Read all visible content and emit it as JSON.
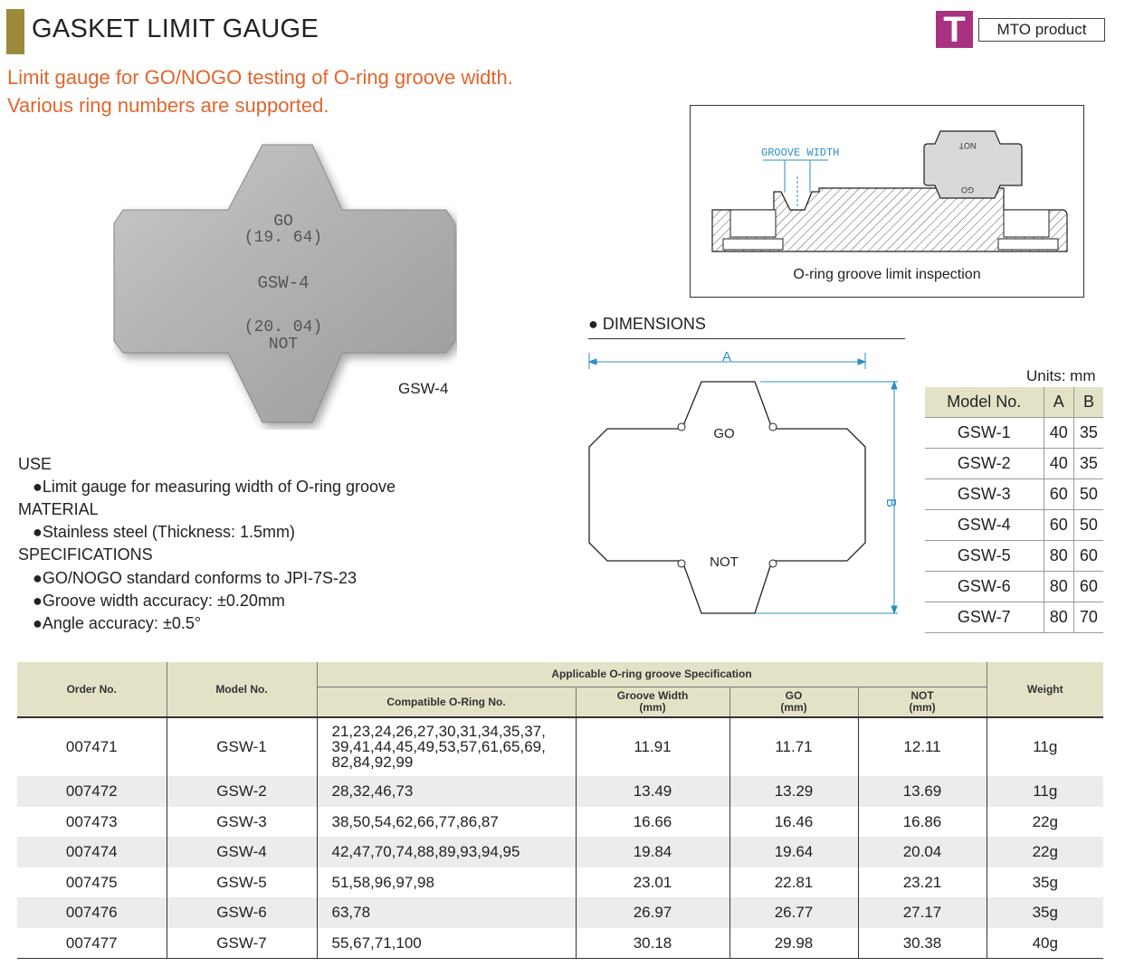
{
  "header": {
    "title": "GASKET LIMIT GAUGE",
    "badge_letter": "T",
    "badge_label": "MTO product",
    "subtitle_line1": "Limit gauge for GO/NOGO testing of O-ring groove width.",
    "subtitle_line2": "Various ring numbers are supported."
  },
  "photo": {
    "engraving": {
      "go": "GO",
      "go_value": "(19. 64)",
      "model": "GSW-4",
      "not_value": "(20. 04)",
      "not": "NOT"
    },
    "caption": "GSW-4"
  },
  "specs": [
    {
      "heading": "USE",
      "items": [
        "●Limit gauge for measuring width of O-ring groove"
      ]
    },
    {
      "heading": "MATERIAL",
      "items": [
        "●Stainless steel (Thickness: 1.5mm)"
      ]
    },
    {
      "heading": "SPECIFICATIONS",
      "items": [
        "●GO/NOGO standard conforms to JPI-7S-23",
        "●Groove width accuracy: ±0.20mm",
        "●Angle accuracy: ±0.5°"
      ]
    }
  ],
  "inspection": {
    "groove_label": "GROOVE WIDTH",
    "gauge_top": "NOT",
    "gauge_bottom": "GO",
    "caption": "O-ring groove limit inspection"
  },
  "dimensions": {
    "heading": "● DIMENSIONS",
    "label_a": "A",
    "label_b": "B",
    "go": "GO",
    "not": "NOT"
  },
  "model_table": {
    "units": "Units: mm",
    "headers": [
      "Model No.",
      "A",
      "B"
    ],
    "rows": [
      [
        "GSW-1",
        "40",
        "35"
      ],
      [
        "GSW-2",
        "40",
        "35"
      ],
      [
        "GSW-3",
        "60",
        "50"
      ],
      [
        "GSW-4",
        "60",
        "50"
      ],
      [
        "GSW-5",
        "80",
        "60"
      ],
      [
        "GSW-6",
        "80",
        "60"
      ],
      [
        "GSW-7",
        "80",
        "70"
      ]
    ]
  },
  "order_table": {
    "headers": {
      "order_no": "Order No.",
      "model_no": "Model No.",
      "group": "Applicable O-ring groove Specification",
      "compatible": "Compatible O-Ring No.",
      "groove_width": "Groove Width",
      "groove_width_unit": "(mm)",
      "go": "GO",
      "go_unit": "(mm)",
      "not": "NOT",
      "not_unit": "(mm)",
      "weight": "Weight"
    },
    "rows": [
      {
        "order": "007471",
        "model": "GSW-1",
        "rings": [
          "21,23,24,26,27,30,31,34,35,37,",
          "39,41,44,45,49,53,57,61,65,69,",
          "82,84,92,99"
        ],
        "groove": "11.91",
        "go": "11.71",
        "not": "12.11",
        "weight": "11g"
      },
      {
        "order": "007472",
        "model": "GSW-2",
        "rings": [
          "28,32,46,73"
        ],
        "groove": "13.49",
        "go": "13.29",
        "not": "13.69",
        "weight": "11g"
      },
      {
        "order": "007473",
        "model": "GSW-3",
        "rings": [
          "38,50,54,62,66,77,86,87"
        ],
        "groove": "16.66",
        "go": "16.46",
        "not": "16.86",
        "weight": "22g"
      },
      {
        "order": "007474",
        "model": "GSW-4",
        "rings": [
          "42,47,70,74,88,89,93,94,95"
        ],
        "groove": "19.84",
        "go": "19.64",
        "not": "20.04",
        "weight": "22g"
      },
      {
        "order": "007475",
        "model": "GSW-5",
        "rings": [
          "51,58,96,97,98"
        ],
        "groove": "23.01",
        "go": "22.81",
        "not": "23.21",
        "weight": "35g"
      },
      {
        "order": "007476",
        "model": "GSW-6",
        "rings": [
          "63,78"
        ],
        "groove": "26.97",
        "go": "26.77",
        "not": "27.17",
        "weight": "35g"
      },
      {
        "order": "007477",
        "model": "GSW-7",
        "rings": [
          "55,67,71,100"
        ],
        "groove": "30.18",
        "go": "29.98",
        "not": "30.38",
        "weight": "40g"
      }
    ]
  }
}
